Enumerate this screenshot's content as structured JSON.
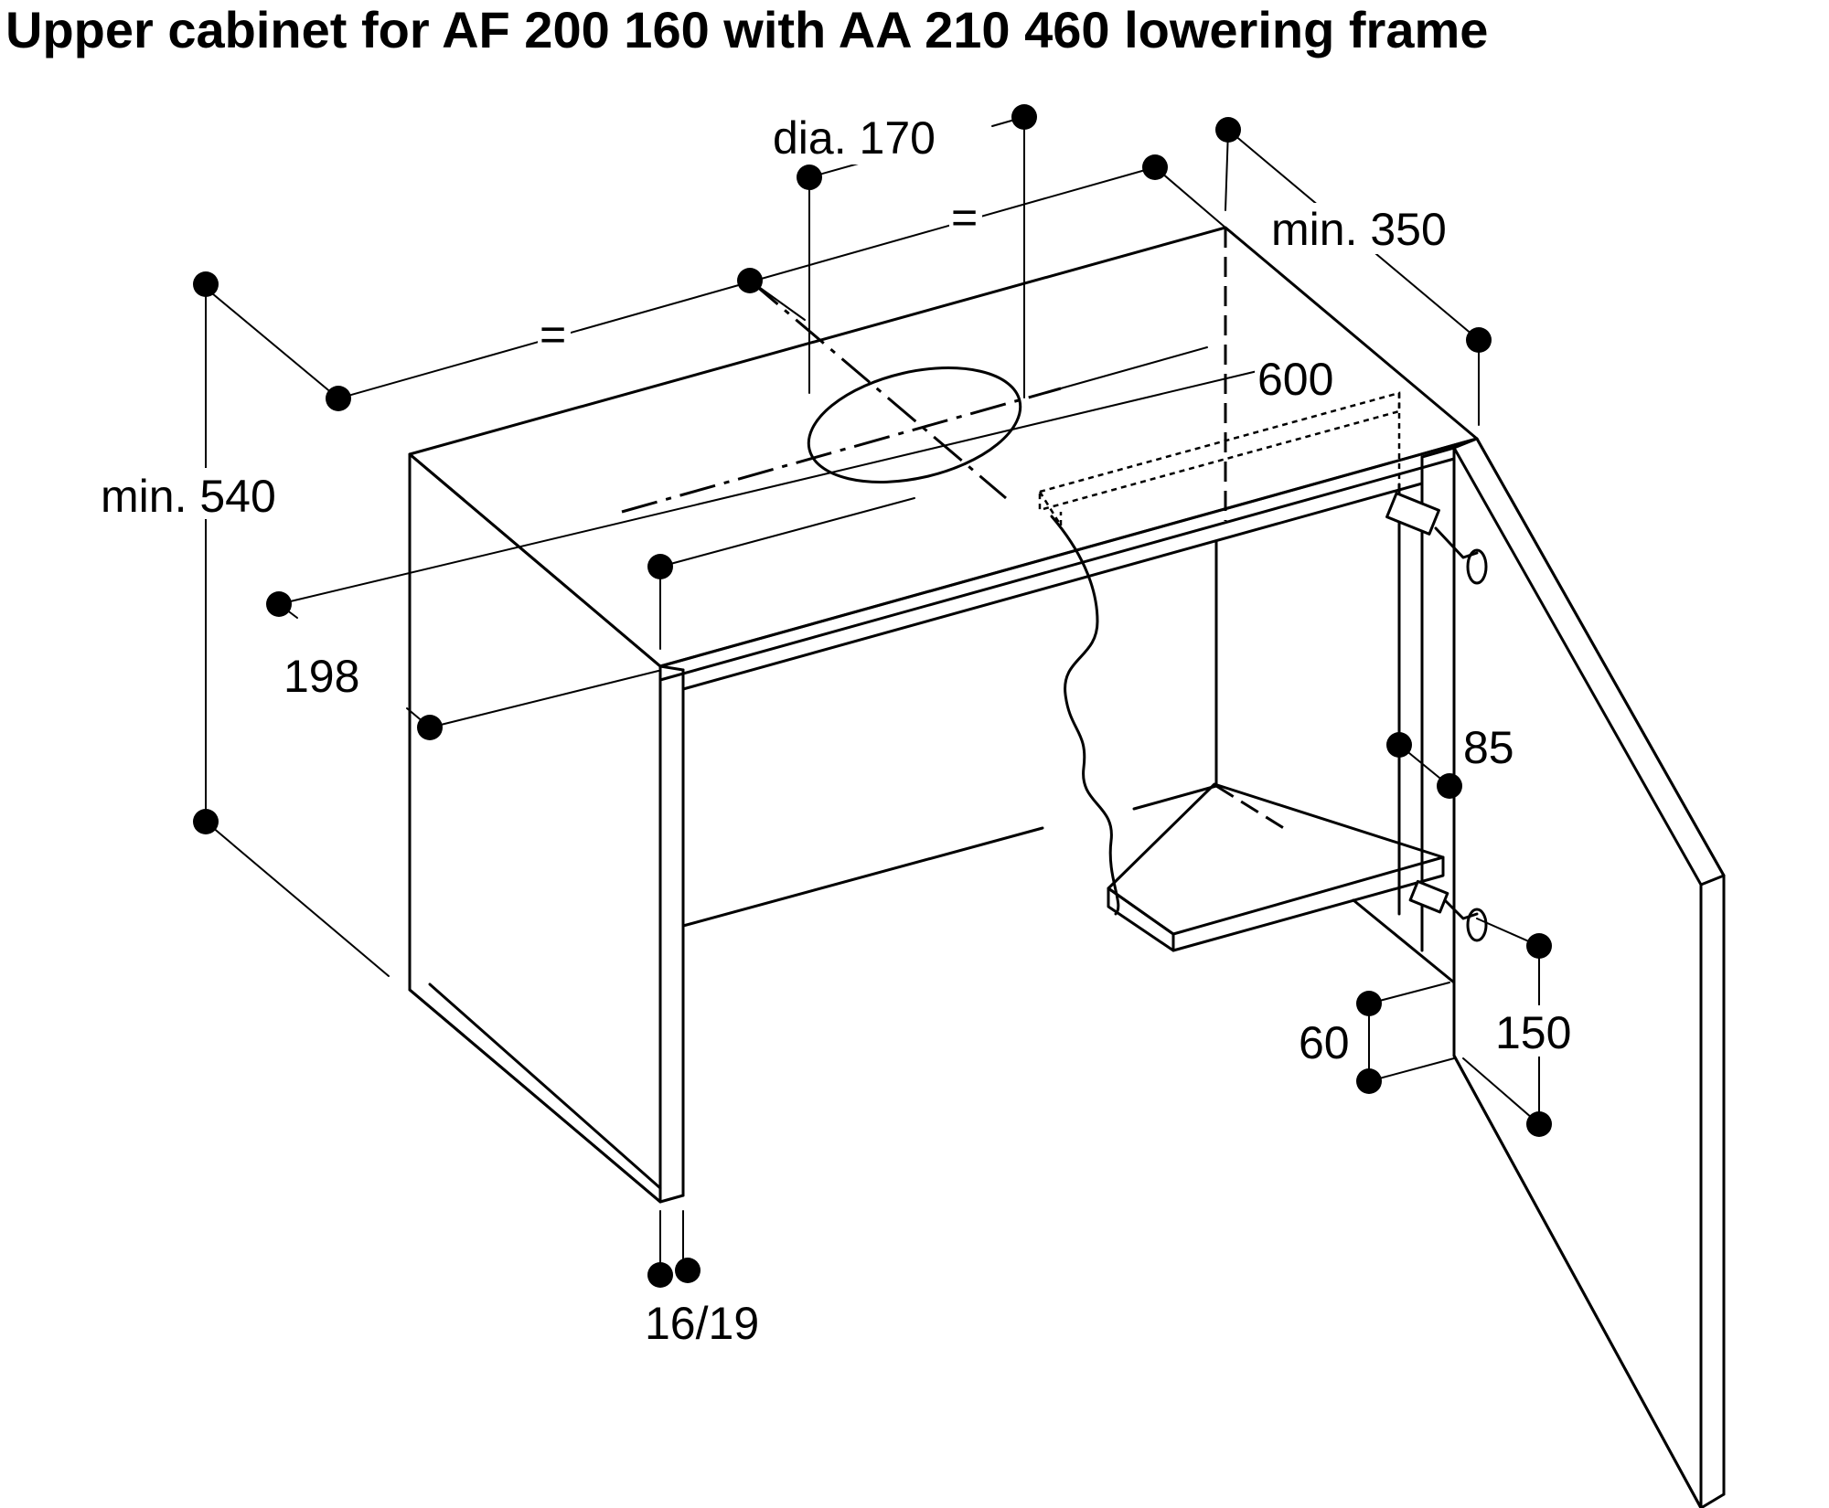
{
  "title": "Upper cabinet for AF 200 160 with AA 210 460 lowering frame",
  "dimensions": {
    "duct_diameter": "dia. 170",
    "equal_left": "=",
    "equal_right": "=",
    "min_depth": "min. 350",
    "width": "600",
    "min_height": "min. 540",
    "front_offset": "198",
    "side_thickness": "16/19",
    "shelf_offset": "85",
    "hinge_gap": "60",
    "hinge_spacing": "150"
  },
  "colors": {
    "line": "#000000",
    "background": "#ffffff"
  }
}
